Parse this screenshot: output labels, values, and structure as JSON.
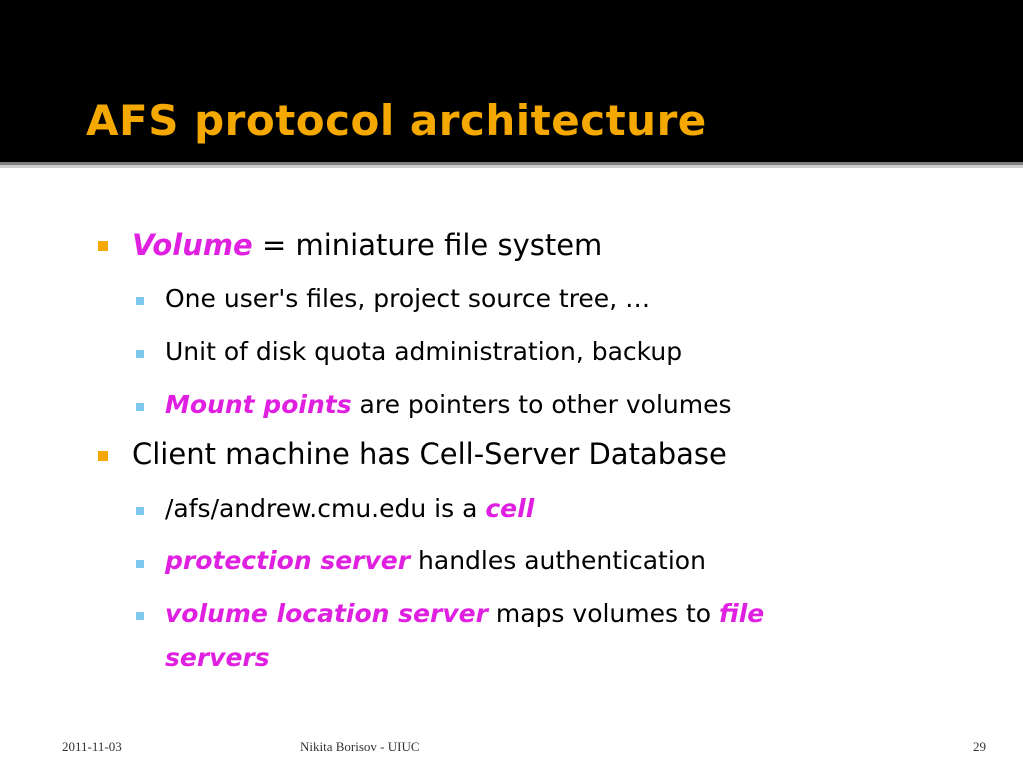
{
  "slide": {
    "title": "AFS protocol architecture",
    "bullets": [
      {
        "emph": "Volume",
        "text": " = miniature file system",
        "sub": [
          {
            "text": "One user's files, project source tree, …"
          },
          {
            "text": "Unit of disk quota administration, backup"
          },
          {
            "emph": "Mount points",
            "text": " are pointers to other volumes"
          }
        ]
      },
      {
        "text": "Client machine has Cell-Server Database",
        "sub": [
          {
            "text": "/afs/andrew.cmu.edu is a ",
            "emph_after": "cell"
          },
          {
            "emph": "protection server",
            "text": " handles authentication"
          },
          {
            "emph": "volume location server",
            "text": " maps volumes to ",
            "emph_after": "file",
            "line2": "servers"
          }
        ]
      }
    ]
  },
  "footer": {
    "date": "2011-11-03",
    "author": "Nikita Borisov - UIUC",
    "page_number": "29"
  },
  "colors": {
    "title": "#F5A800",
    "emphasis": "#E020E0",
    "bullet_level1": "#F5A800",
    "bullet_level2": "#7ec8ee"
  }
}
